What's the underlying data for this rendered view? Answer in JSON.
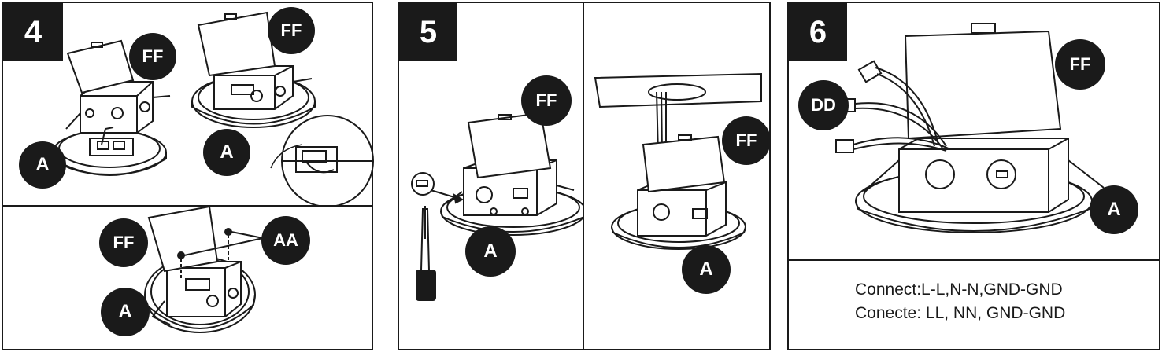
{
  "panels": {
    "step4": {
      "number": "4",
      "labels": {
        "ff": "FF",
        "a": "A",
        "ff2": "FF",
        "a2": "A"
      }
    },
    "step4b": {
      "labels": {
        "ff": "FF",
        "aa": "AA",
        "a": "A"
      }
    },
    "step5": {
      "number": "5",
      "labels": {
        "ff": "FF",
        "a": "A"
      }
    },
    "step5b": {
      "labels": {
        "ff": "FF",
        "a": "A"
      }
    },
    "step6": {
      "number": "6",
      "labels": {
        "ff": "FF",
        "dd": "DD",
        "a": "A"
      }
    }
  },
  "caption": {
    "line1": "Connect:L-L,N-N,GND-GND",
    "line2": "Conecte: LL, NN, GND-GND"
  }
}
